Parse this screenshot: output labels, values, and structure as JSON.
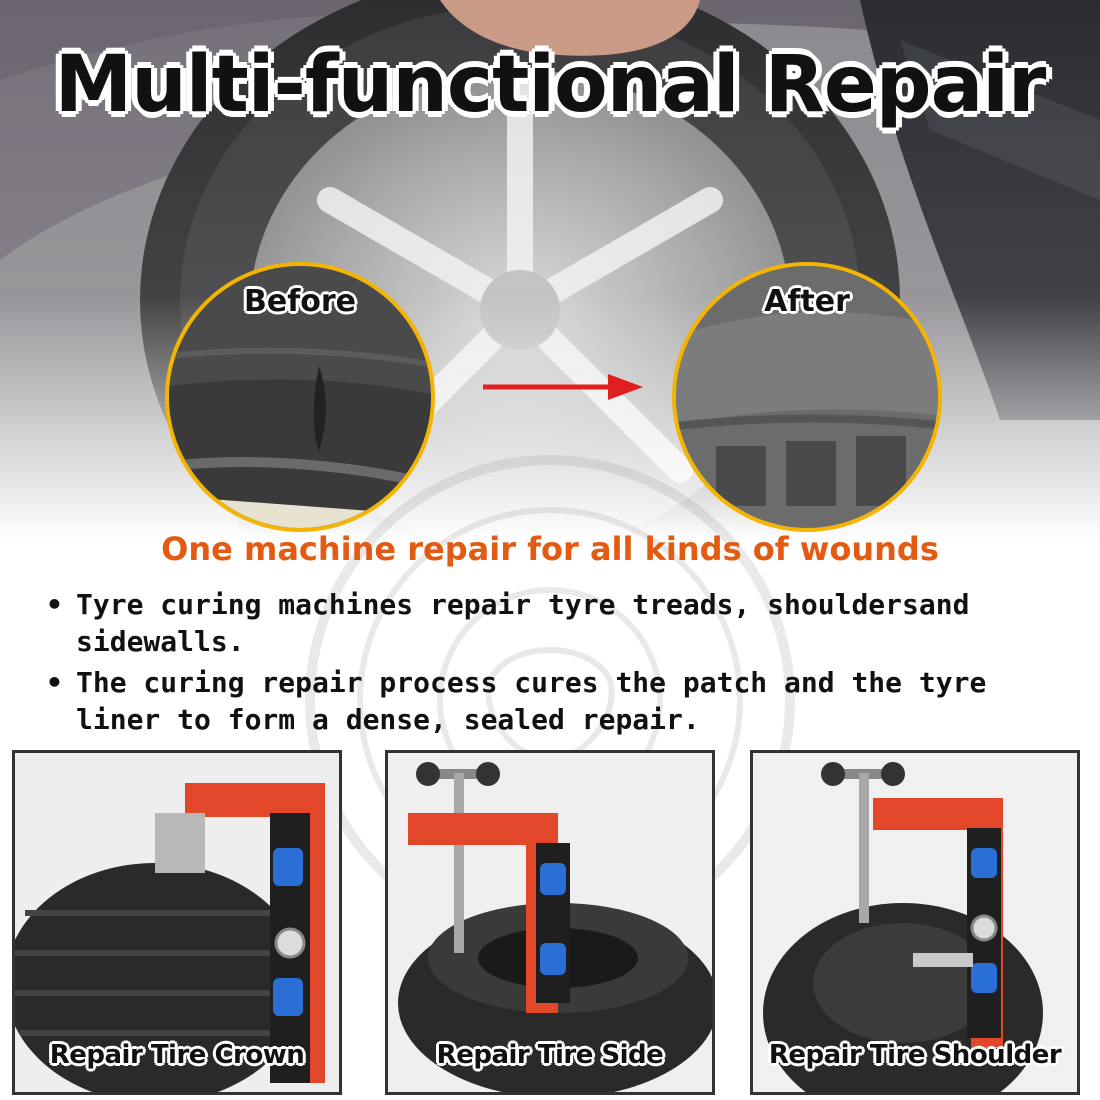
{
  "title": "Multi-functional Repair",
  "comparison": {
    "before_label": "Before",
    "after_label": "After"
  },
  "subtitle": "One machine repair for all kinds of wounds",
  "bullets": [
    "Tyre curing machines repair tyre treads, shouldersand sidewalls.",
    "The curing repair process cures the patch and the tyre liner to form a dense, sealed repair."
  ],
  "bullet_glyph": "•",
  "panels": [
    {
      "label": "Repair Tire Crown"
    },
    {
      "label": "Repair Tire Side"
    },
    {
      "label": "Repair Tire Shoulder"
    }
  ],
  "colors": {
    "accent_orange": "#e35a12",
    "circle_border": "#f4b400",
    "arrow_red": "#e02020",
    "machine_red": "#e2472a",
    "socket_blue": "#2a6fd6"
  }
}
